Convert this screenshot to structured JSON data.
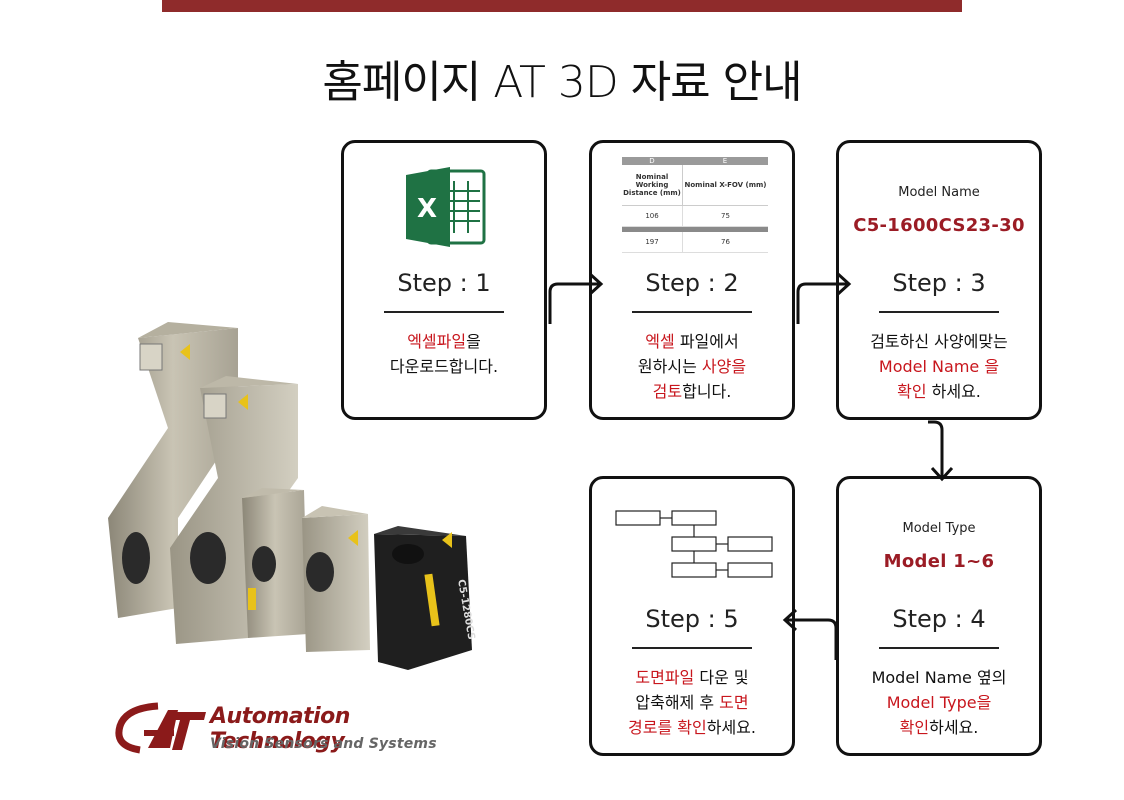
{
  "title": "홈페이지 AT 3D 자료 안내",
  "colors": {
    "accent": "#8f2b2b",
    "highlight": "#c8161d",
    "model_value": "#9b1c25"
  },
  "steps": [
    {
      "step": "Step : 1",
      "desc_parts": [
        {
          "t": "엑셀파일",
          "red": true
        },
        {
          "t": "을",
          "red": false
        },
        {
          "br": true
        },
        {
          "t": "다운로드합니다.",
          "red": false
        }
      ],
      "icon": "excel-icon"
    },
    {
      "step": "Step : 2",
      "desc_parts": [
        {
          "t": "엑셀",
          "red": true
        },
        {
          "t": " 파일에서",
          "red": false
        },
        {
          "br": true
        },
        {
          "t": "원하시는 ",
          "red": false
        },
        {
          "t": "사양을",
          "red": true
        },
        {
          "br": true
        },
        {
          "t": "검토",
          "red": true
        },
        {
          "t": "합니다.",
          "red": false
        }
      ],
      "sheet": {
        "col_letters": [
          "D",
          "E"
        ],
        "col_headers": [
          "Nominal Working Distance (mm)",
          "Nominal X-FOV (mm)"
        ],
        "rows": [
          [
            "106",
            "75"
          ],
          [
            "197",
            "76"
          ]
        ]
      }
    },
    {
      "step": "Step : 3",
      "model_label": "Model Name",
      "model_value": "C5-1600CS23-30",
      "desc_parts": [
        {
          "t": "검토하신 사양에맞는",
          "red": false
        },
        {
          "br": true
        },
        {
          "t": "Model Name 을",
          "red": true
        },
        {
          "br": true
        },
        {
          "t": "확인",
          "red": true
        },
        {
          "t": " 하세요.",
          "red": false
        }
      ]
    },
    {
      "step": "Step : 4",
      "model_label": "Model Type",
      "model_value": "Model 1~6",
      "desc_parts": [
        {
          "t": "Model Name 옆의",
          "red": false
        },
        {
          "br": true
        },
        {
          "t": "Model Type을",
          "red": true
        },
        {
          "br": true
        },
        {
          "t": "확인",
          "red": true
        },
        {
          "t": "하세요.",
          "red": false
        }
      ]
    },
    {
      "step": "Step : 5",
      "icon": "diagram-icon",
      "desc_parts": [
        {
          "t": "도면파일",
          "red": true
        },
        {
          "t": " 다운 및",
          "red": false
        },
        {
          "br": true
        },
        {
          "t": "압축해제 후 ",
          "red": false
        },
        {
          "t": "도면",
          "red": true
        },
        {
          "br": true
        },
        {
          "t": "경로를 확인",
          "red": true
        },
        {
          "t": "하세요.",
          "red": false
        }
      ]
    }
  ],
  "logo": {
    "name": "Automation Technology",
    "tagline": "Vision Sensors and Systems",
    "mark": "AT"
  },
  "product_labels": [
    "C5-1280CS"
  ]
}
